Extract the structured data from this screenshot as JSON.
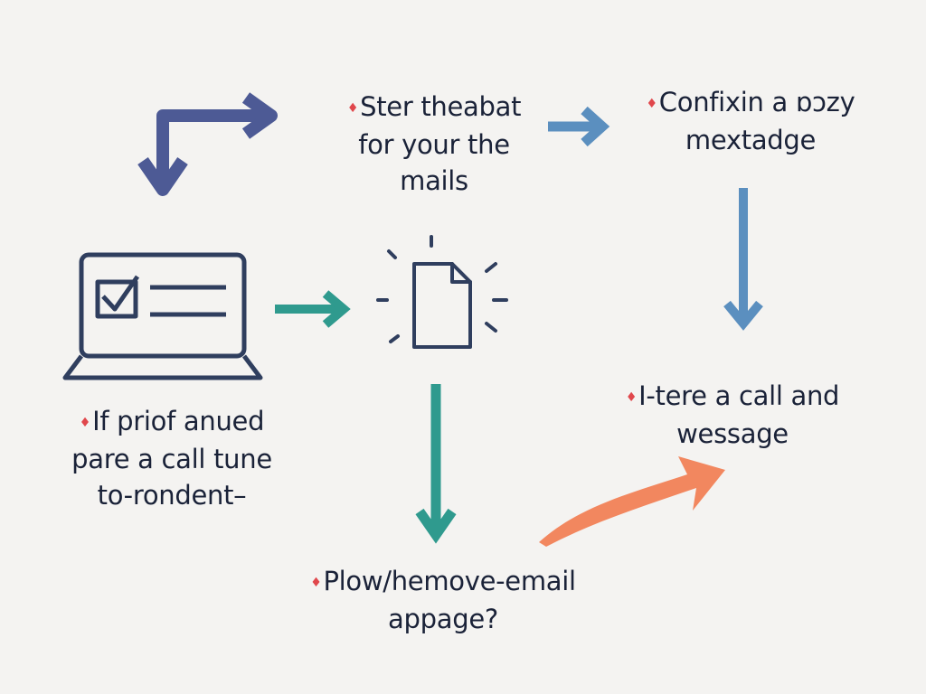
{
  "colors": {
    "background": "#f4f3f1",
    "text": "#1a2238",
    "laptop": "#2f3e5e",
    "arrow_purple": "#4d5a95",
    "arrow_teal": "#2f9a8e",
    "arrow_blue": "#5b8fbf",
    "arrow_orange": "#f2875f",
    "bullet": "#e0474c"
  },
  "nodes": {
    "top_middle": {
      "lines": [
        "Ster theabat",
        "for your the",
        "mails"
      ]
    },
    "top_right": {
      "lines": [
        "Confixin a ɒɔzy",
        "mextadge"
      ]
    },
    "middle_right": {
      "lines": [
        "I-tere a call and",
        "wessage"
      ]
    },
    "middle_left": {
      "lines": [
        "If priof anued",
        "pare a call tune",
        "to-rondent–"
      ]
    },
    "bottom_middle": {
      "lines": [
        "Plow/hemove-email",
        "appage?"
      ]
    }
  },
  "icons": [
    "laptop-checklist-icon",
    "document-glow-icon"
  ],
  "bullet_glyph": "♦"
}
